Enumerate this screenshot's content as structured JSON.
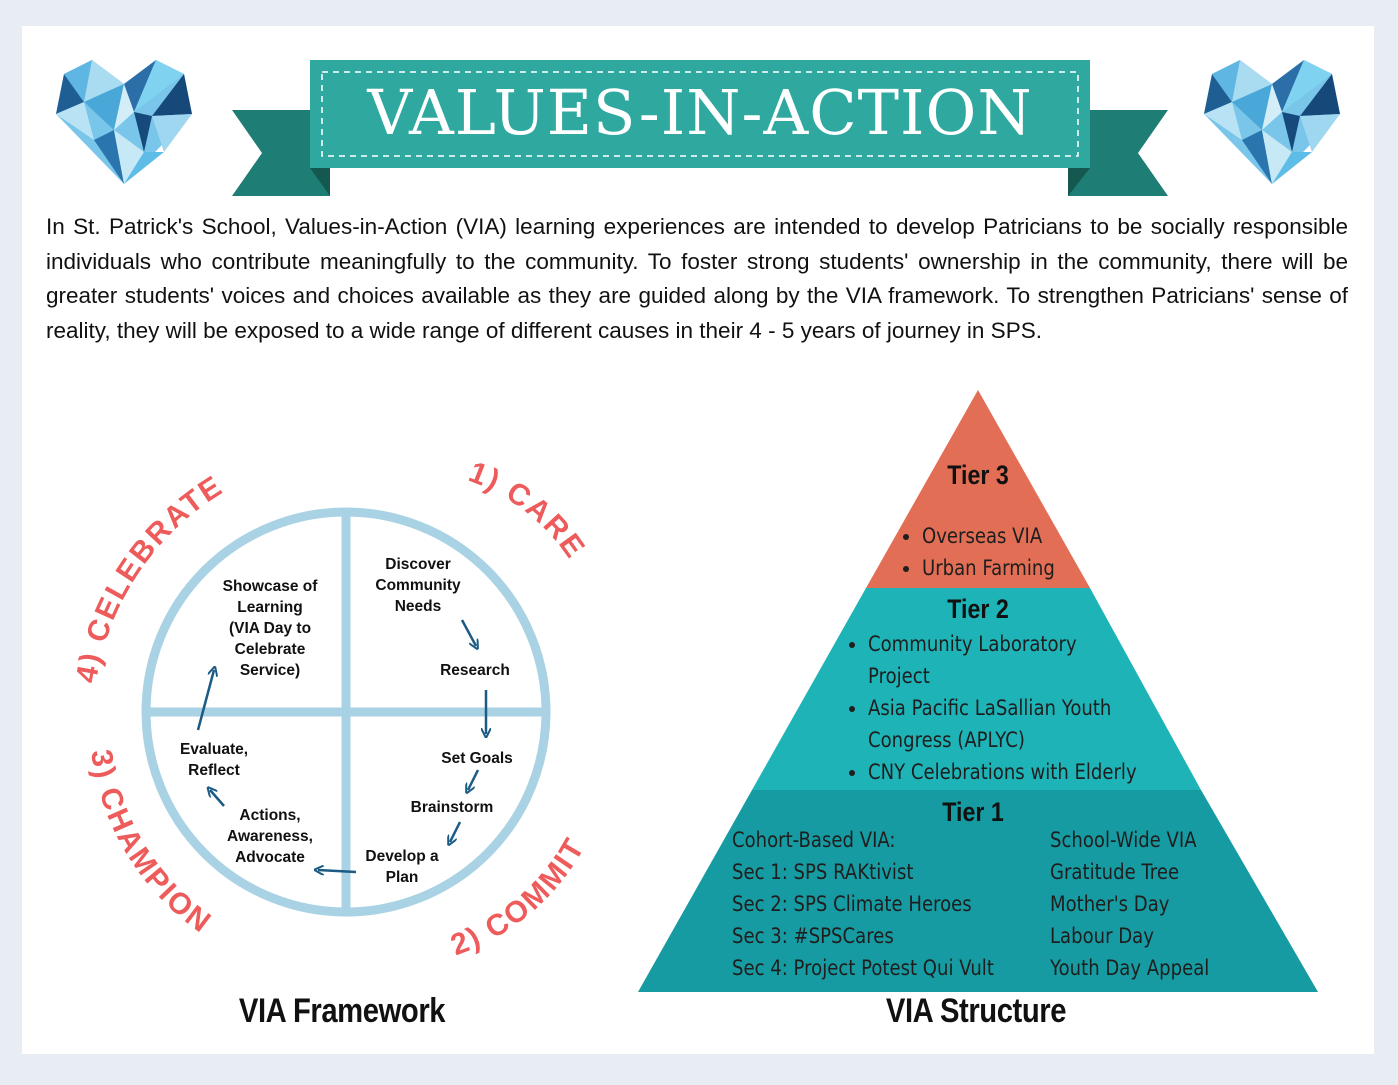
{
  "title": "VALUES-IN-ACTION",
  "intro": "In St. Patrick's School, Values-in-Action (VIA) learning experiences are intended to develop Patricians to be socially responsible individuals who contribute meaningfully to the community. To foster strong students' ownership in the community, there will be greater students' voices and choices available as they are guided along by the VIA framework. To strengthen Patricians' sense of reality, they will be exposed to a wide range of different causes in their 4 - 5 years of journey in SPS.",
  "colors": {
    "banner": "#2fa9a0",
    "banner_dark": "#1e7d75",
    "circle": "#a9d2e4",
    "stage_label": "#ee5b5b",
    "arrow": "#1c5b84",
    "tier3": "#e16e55",
    "tier2": "#1eb3b7",
    "tier1": "#179ba2"
  },
  "icons": [
    "heart-mosaic-icon",
    "heart-mosaic-icon"
  ],
  "framework": {
    "caption": "VIA Framework",
    "stages": {
      "care": "1) CARE",
      "commit": "2) COMMIT",
      "champion": "3) CHAMPION",
      "celebrate": "4) CELEBRATE"
    },
    "steps": {
      "discover_l1": "Discover",
      "discover_l2": "Community",
      "discover_l3": "Needs",
      "research": "Research",
      "set_goals": "Set Goals",
      "brainstorm": "Brainstorm",
      "develop_l1": "Develop a",
      "develop_l2": "Plan",
      "actions_l1": "Actions,",
      "actions_l2": "Awareness,",
      "actions_l3": "Advocate",
      "evaluate_l1": "Evaluate,",
      "evaluate_l2": "Reflect",
      "showcase_l1": "Showcase of",
      "showcase_l2": "Learning",
      "showcase_l3": "(VIA Day to",
      "showcase_l4": "Celebrate",
      "showcase_l5": "Service)"
    }
  },
  "structure": {
    "caption": "VIA Structure",
    "tier3": {
      "title": "Tier 3",
      "items": [
        "Overseas VIA",
        "Urban Farming"
      ]
    },
    "tier2": {
      "title": "Tier 2",
      "items": [
        "Community Laboratory",
        "Project",
        "Asia Pacific LaSallian Youth",
        "Congress (APLYC)",
        "CNY Celebrations with Elderly"
      ]
    },
    "tier1": {
      "title": "Tier 1",
      "cohort_heading": "Cohort-Based VIA:",
      "cohort": [
        "Sec 1: SPS RAKtivist",
        "Sec 2: SPS Climate Heroes",
        "Sec 3: #SPSCares",
        "Sec 4: Project Potest Qui Vult"
      ],
      "school_heading": "School-Wide VIA",
      "school": [
        "Gratitude Tree",
        "Mother's Day",
        "Labour Day",
        "Youth Day Appeal"
      ]
    }
  }
}
